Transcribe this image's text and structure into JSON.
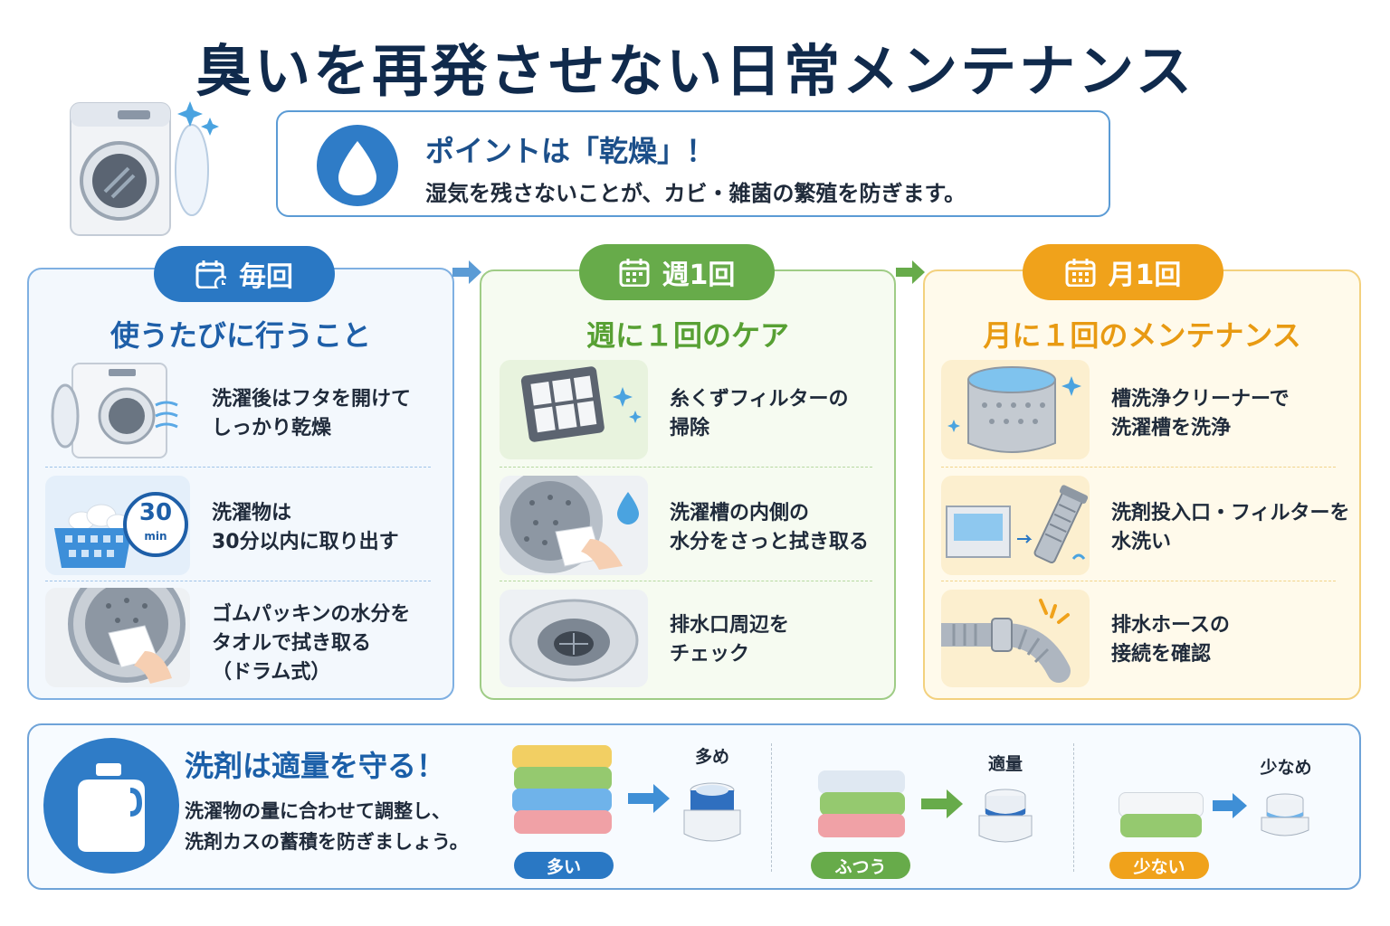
{
  "title": "臭いを再発させない日常メンテナンス",
  "point": {
    "title": "ポイントは「乾燥」！",
    "text": "湿気を残さないことが、カビ・雑菌の繁殖を防ぎます。"
  },
  "panels": [
    {
      "badge": "毎回",
      "heading": "使うたびに行うこと",
      "color": "#2a78c4",
      "items": [
        {
          "text": "洗濯後はフタを開けて\nしっかり乾燥",
          "icon": "open-washer-icon"
        },
        {
          "text": "洗濯物は\n30分以内に取り出す",
          "icon": "laundry-basket-timer-icon",
          "timer_number": "30",
          "timer_unit": "min"
        },
        {
          "text": "ゴムパッキンの水分を\nタオルで拭き取る\n（ドラム式）",
          "icon": "wipe-gasket-icon"
        }
      ]
    },
    {
      "badge": "週1回",
      "heading": "週に１回のケア",
      "color": "#67ab4a",
      "items": [
        {
          "text": "糸くずフィルターの\n掃除",
          "icon": "lint-filter-icon"
        },
        {
          "text": "洗濯槽の内側の\n水分をさっと拭き取る",
          "icon": "wipe-drum-icon"
        },
        {
          "text": "排水口周辺を\nチェック",
          "icon": "drain-icon"
        }
      ]
    },
    {
      "badge": "月1回",
      "heading": "月に１回のメンテナンス",
      "color": "#f0a21b",
      "items": [
        {
          "text": "槽洗浄クリーナーで\n洗濯槽を洗浄",
          "icon": "drum-cleaner-icon"
        },
        {
          "text": "洗剤投入口・フィルターを\n水洗い",
          "icon": "detergent-drawer-icon"
        },
        {
          "text": "排水ホースの\n接続を確認",
          "icon": "drain-hose-icon"
        }
      ]
    }
  ],
  "detergent": {
    "title": "洗剤は適量を守る！",
    "text": "洗濯物の量に合わせて調整し、\n洗剤カスの蓄積を防ぎましょう。",
    "levels": [
      {
        "tag": "多い",
        "amount": "多め",
        "color": "#2a78c4"
      },
      {
        "tag": "ふつう",
        "amount": "適量",
        "color": "#67ab4a"
      },
      {
        "tag": "少ない",
        "amount": "少なめ",
        "color": "#f0a21b"
      }
    ]
  }
}
